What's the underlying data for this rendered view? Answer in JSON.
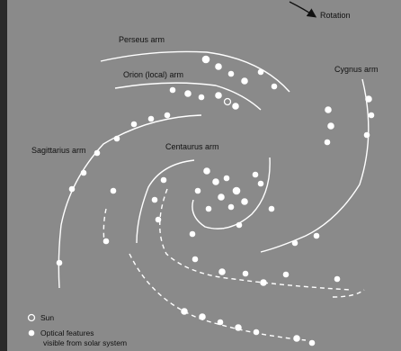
{
  "diagram": {
    "rotation_label": "Rotation",
    "arms": [
      {
        "id": "perseus",
        "label": "Perseus arm"
      },
      {
        "id": "orion",
        "label": "Orion (local) arm"
      },
      {
        "id": "cygnus",
        "label": "Cygnus arm"
      },
      {
        "id": "sagittarius",
        "label": "Sagittarius arm"
      },
      {
        "id": "centaurus",
        "label": "Centaurus arm"
      }
    ],
    "legend": {
      "sun_label": "Sun",
      "optical_line1": "Optical features",
      "optical_line2": "visible from solar system"
    },
    "colors": {
      "background": "#8a8a8a",
      "left_border": "#2a2a2a",
      "line": "#ffffff",
      "text": "#111111"
    }
  }
}
